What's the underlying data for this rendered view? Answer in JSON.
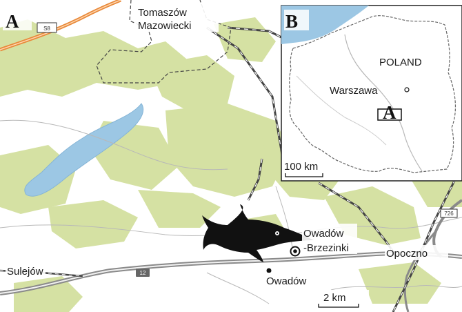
{
  "panels": {
    "main": {
      "letter": "A"
    },
    "inset": {
      "letter": "B"
    }
  },
  "places": {
    "tomaszow": {
      "line1": "Tomaszów",
      "line2": "Mazowiecki"
    },
    "owadow_brzezinki": {
      "line1": "Owadów",
      "line2": "-Brzezinki"
    },
    "opoczno": "Opoczno",
    "sulejow": "Sulejów",
    "owadow": "Owadów"
  },
  "roads": {
    "s8": "S8",
    "r12": "12",
    "r726": "726"
  },
  "scale_main": "2 km",
  "inset": {
    "country": "POLAND",
    "capital": "Warszawa",
    "marker": "A",
    "scale": "100 km"
  },
  "icons": [
    "ichthyosaur-icon",
    "site-marker-icon",
    "town-dot-icon"
  ],
  "colors": {
    "water": "#9cc7e4",
    "forest": "#d5e1a3",
    "road": "#8a8a8a",
    "expressway": "#e8893a",
    "border": "#555555",
    "fossil": "#111111"
  }
}
